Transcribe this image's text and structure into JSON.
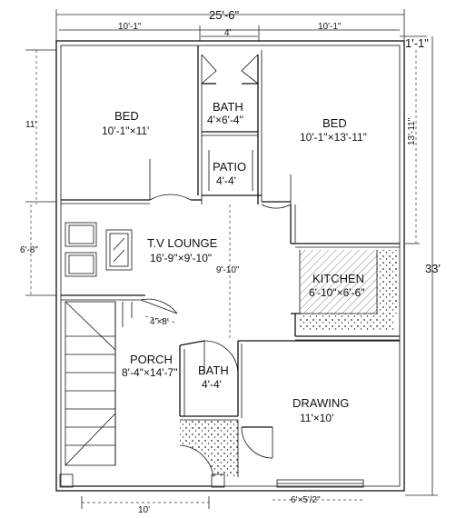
{
  "overall": {
    "total_width": "25'-6\"",
    "total_depth": "33'",
    "right_offset": "1'-1\""
  },
  "top_dims": {
    "left": "10'-1\"",
    "middle": "4'",
    "right": "10'-1\""
  },
  "left_dims": {
    "upper": "11'",
    "lower": "6'-8\""
  },
  "right_dims": {
    "bed2_depth": "13'-11\""
  },
  "bottom_dims": {
    "porch_width": "10'",
    "window": "6'×5'/2\""
  },
  "internal_dims": {
    "lounge_depth": "9'-10\"",
    "door_small": "4'×8'"
  },
  "rooms": {
    "bed1": {
      "name": "BED",
      "dim": "10'-1\"×11'"
    },
    "bath1": {
      "name": "BATH",
      "dim": "4'×6'-4\""
    },
    "bed2": {
      "name": "BED",
      "dim": "10'-1\"×13'-11\""
    },
    "patio": {
      "name": "PATIO",
      "dim": "4'-4'"
    },
    "lounge": {
      "name": "T.V LOUNGE",
      "dim": "16'-9\"×9'-10\""
    },
    "kitchen": {
      "name": "KITCHEN",
      "dim": "6'-10\"×6'-6\""
    },
    "porch": {
      "name": "PORCH",
      "dim": "8'-4\"×14'-7\""
    },
    "bath2": {
      "name": "BATH",
      "dim": "4'-4'"
    },
    "drawing": {
      "name": "DRAWING",
      "dim": "11'×10'"
    }
  }
}
